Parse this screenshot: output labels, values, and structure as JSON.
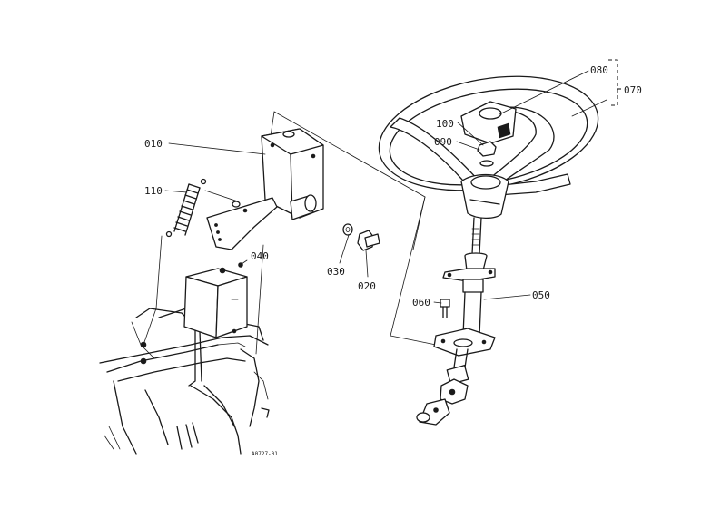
{
  "callouts": {
    "c010": "010",
    "c020": "020",
    "c030": "030",
    "c040": "040",
    "c050": "050",
    "c060": "060",
    "c070": "070",
    "c080": "080",
    "c090": "090",
    "c100": "100",
    "c110": "110"
  },
  "figure_ref": "A0727-01",
  "colors": {
    "ink": "#1a1a1a",
    "paper": "#ffffff"
  }
}
